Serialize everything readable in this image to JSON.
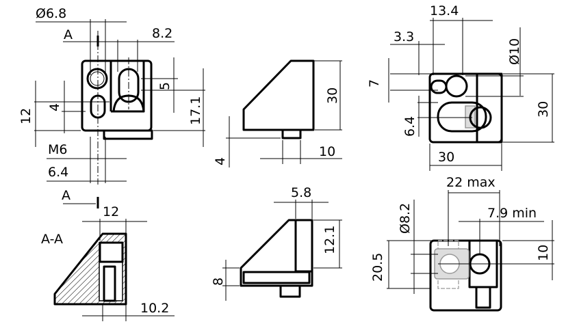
{
  "drawing": {
    "front_view": {
      "dia_hole": "Ø6.8",
      "section_mark_top": "A",
      "slot_width": "8.2",
      "slot_height": "5",
      "height_total": "17.1",
      "height_thread": "12",
      "thread_offset": "4",
      "thread": "M6",
      "thread_width": "6.4",
      "section_mark_bottom": "A"
    },
    "side_view": {
      "height": "30",
      "foot_height": "4",
      "foot_width": "10"
    },
    "top_right_view": {
      "width_a": "13.4",
      "offset": "3.3",
      "dia": "Ø10",
      "height_a": "7",
      "height_total": "30",
      "height_b": "6.4",
      "width_total": "30"
    },
    "section_view": {
      "label": "A-A",
      "width_top": "12",
      "width_bottom": "10.2"
    },
    "bottom_side_view": {
      "width": "5.8",
      "height_a": "12.1",
      "height_b": "8"
    },
    "bottom_right_view": {
      "max_span": "22 max",
      "min_span": "7.9 min",
      "dia": "Ø8.2",
      "height": "20.5",
      "offset": "10"
    }
  }
}
